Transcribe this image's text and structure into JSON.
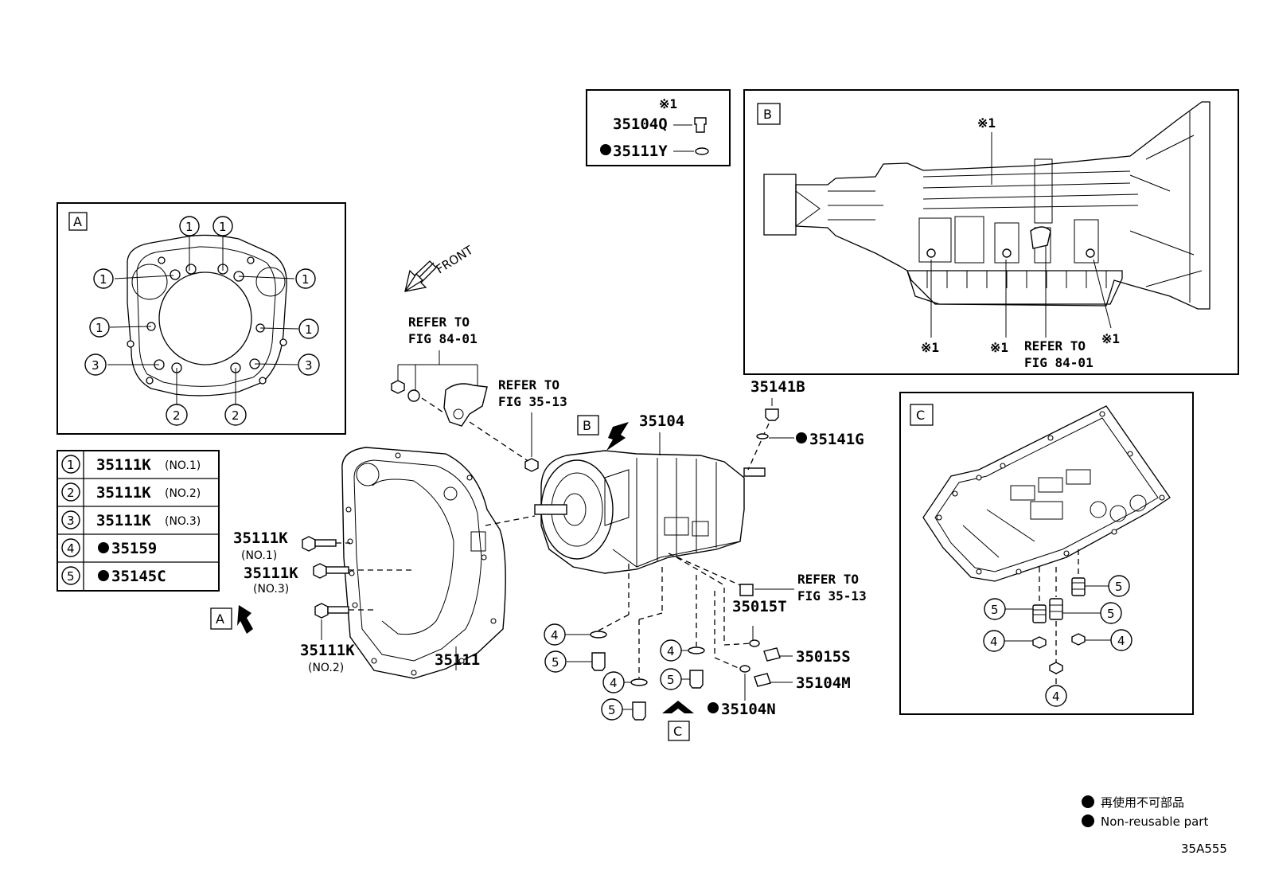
{
  "labels": {
    "p35104Q": "35104Q",
    "p35111Y": "35111Y",
    "note_mark": "※1",
    "front": "FRONT",
    "refer_84_a": "REFER TO",
    "refer_84_b": "FIG 84-01",
    "refer_35_a": "REFER TO",
    "refer_35_b": "FIG 35-13",
    "p35104": "35104",
    "p35141B": "35141B",
    "p35141G": "35141G",
    "p35111": "35111",
    "p35111K": "35111K",
    "no1": "(NO.1)",
    "no2": "(NO.2)",
    "no3": "(NO.3)",
    "p35015T": "35015T",
    "p35015S": "35015S",
    "p35104M": "35104M",
    "p35104N": "35104N",
    "box_a": "A",
    "box_b": "B",
    "box_c": "C"
  },
  "table": [
    {
      "num": "1",
      "part": "35111K",
      "note": "(NO.1)"
    },
    {
      "num": "2",
      "part": "35111K",
      "note": "(NO.2)"
    },
    {
      "num": "3",
      "part": "35111K",
      "note": "(NO.3)"
    },
    {
      "num": "4",
      "part": "35159",
      "note": ""
    },
    {
      "num": "5",
      "part": "35145C",
      "note": ""
    }
  ],
  "callouts": {
    "c1": "1",
    "c2": "2",
    "c3": "3",
    "c4": "4",
    "c5": "5"
  },
  "legend": {
    "jp": "再使用不可部品",
    "en": "Non-reusable part"
  },
  "diagram_code": "35A555"
}
